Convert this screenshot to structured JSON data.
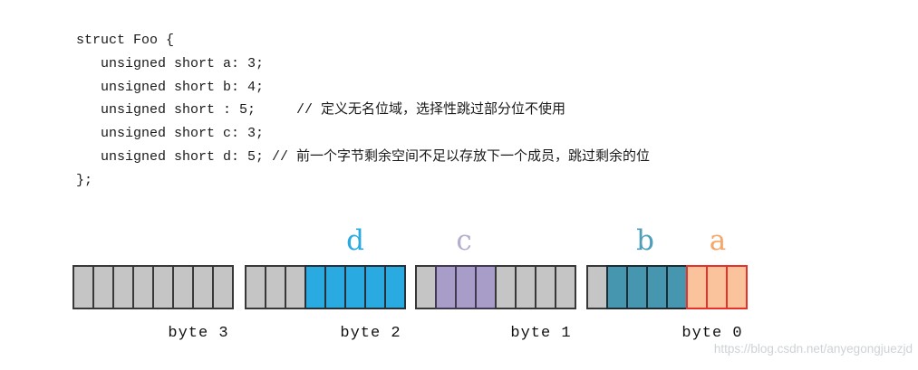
{
  "code": {
    "lines": [
      "struct Foo {",
      "   unsigned short a: 3;",
      "   unsigned short b: 4;",
      "   unsigned short : 5;     // 定义无名位域，选择性跳过部分位不使用",
      "   unsigned short c: 3;",
      "   unsigned short d: 5; // 前一个字节剩余空间不足以存放下一个成员，跳过剩余的位",
      "};"
    ]
  },
  "diagram": {
    "field_labels": [
      {
        "field": "d",
        "text": "d",
        "color": "#29abe2"
      },
      {
        "field": "c",
        "text": "c",
        "color": "#b5adcf"
      },
      {
        "field": "b",
        "text": "b",
        "color": "#4f9ebb"
      },
      {
        "field": "a",
        "text": "a",
        "color": "#f4a76b"
      }
    ],
    "bytes": [
      {
        "label": "byte 3",
        "cells": [
          "unused",
          "unused",
          "unused",
          "unused",
          "unused",
          "unused",
          "unused",
          "unused"
        ]
      },
      {
        "label": "byte 2",
        "cells": [
          "unused",
          "unused",
          "unused",
          "d",
          "d",
          "d",
          "d",
          "d"
        ]
      },
      {
        "label": "byte 1",
        "cells": [
          "unused",
          "c",
          "c",
          "c",
          "unused",
          "unused",
          "unused",
          "unused"
        ]
      },
      {
        "label": "byte 0",
        "cells": [
          "unused",
          "b",
          "b",
          "b",
          "b",
          "a",
          "a",
          "a"
        ]
      }
    ]
  },
  "colors": {
    "cell_fill": {
      "unused": "#c5c5c5",
      "d": "#29abe2",
      "c": "#a89cc8",
      "b": "#4596ae",
      "a": "#fbc39c"
    },
    "cell_border": {
      "unused": "#383838",
      "d": "#25313b",
      "c": "#413a52",
      "b": "#1e2d33",
      "a": "#e5332c"
    }
  },
  "watermark": "https://blog.csdn.net/anyegongjuezjd"
}
